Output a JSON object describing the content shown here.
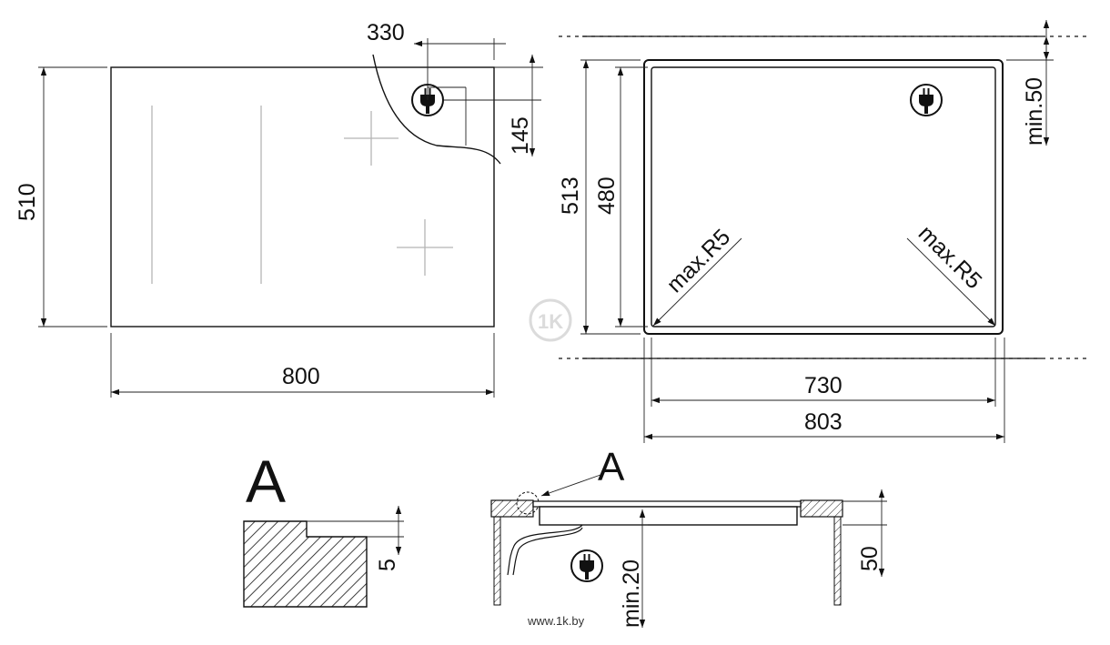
{
  "dimensions": {
    "hob_height": "510",
    "hob_width": "800",
    "socket_offset_x": "330",
    "socket_offset_y": "145",
    "cutout_outer_height": "513",
    "cutout_inner_height": "480",
    "clearance_top": "min.50",
    "radius_left": "max.R5",
    "radius_right": "max.R5",
    "cutout_inner_width": "730",
    "cutout_outer_width": "803",
    "detail_step": "5",
    "under_clearance": "min.20",
    "depth": "50"
  },
  "labels": {
    "detail_big": "A",
    "detail_small": "A"
  },
  "watermark": {
    "url": "www.1k.by",
    "logo": "1K"
  },
  "icons": [
    "power-plug-icon",
    "power-plug-icon",
    "power-plug-icon"
  ]
}
